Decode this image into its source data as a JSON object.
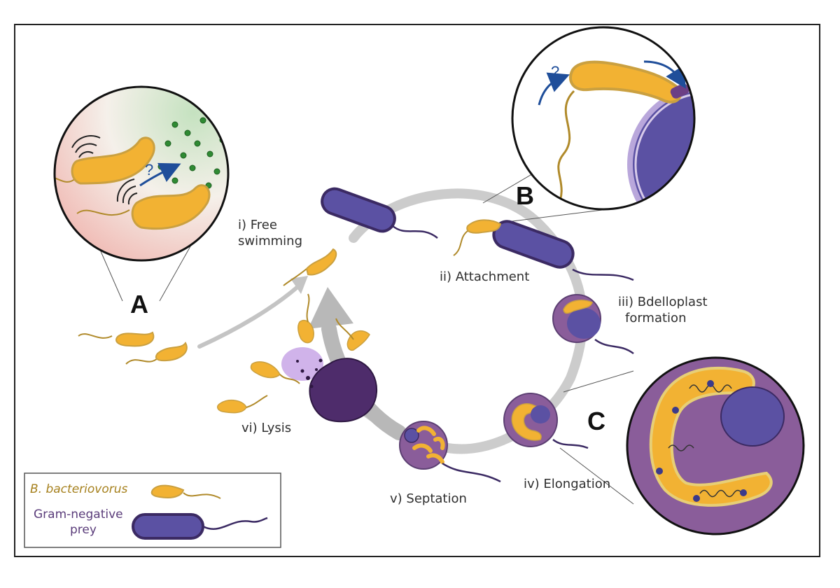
{
  "colors": {
    "predator": "#f2b233",
    "predator_outline": "#caa040",
    "flagellum_predator": "#b08a2a",
    "prey": "#5b51a3",
    "prey_outline": "#3b2a63",
    "bdelloplast": "#8a5d9a",
    "lysed": "#4e2c6b",
    "arrow": "#bdbdbd",
    "question": "#1f4e9a"
  },
  "panels": {
    "a": "A",
    "b": "B",
    "c": "C"
  },
  "stages": {
    "i_line1": "i) Free",
    "i_line2": "swimming",
    "ii": "ii) Attachment",
    "iii_line1": "iii) Bdelloplast",
    "iii_line2": "formation",
    "iv": "iv) Elongation",
    "v": "v) Septation",
    "vi": "vi) Lysis"
  },
  "marks": {
    "question": "?"
  },
  "legend": {
    "predator": "B. bacteriovorus",
    "prey_line1": "Gram-negative",
    "prey_line2": "prey"
  }
}
